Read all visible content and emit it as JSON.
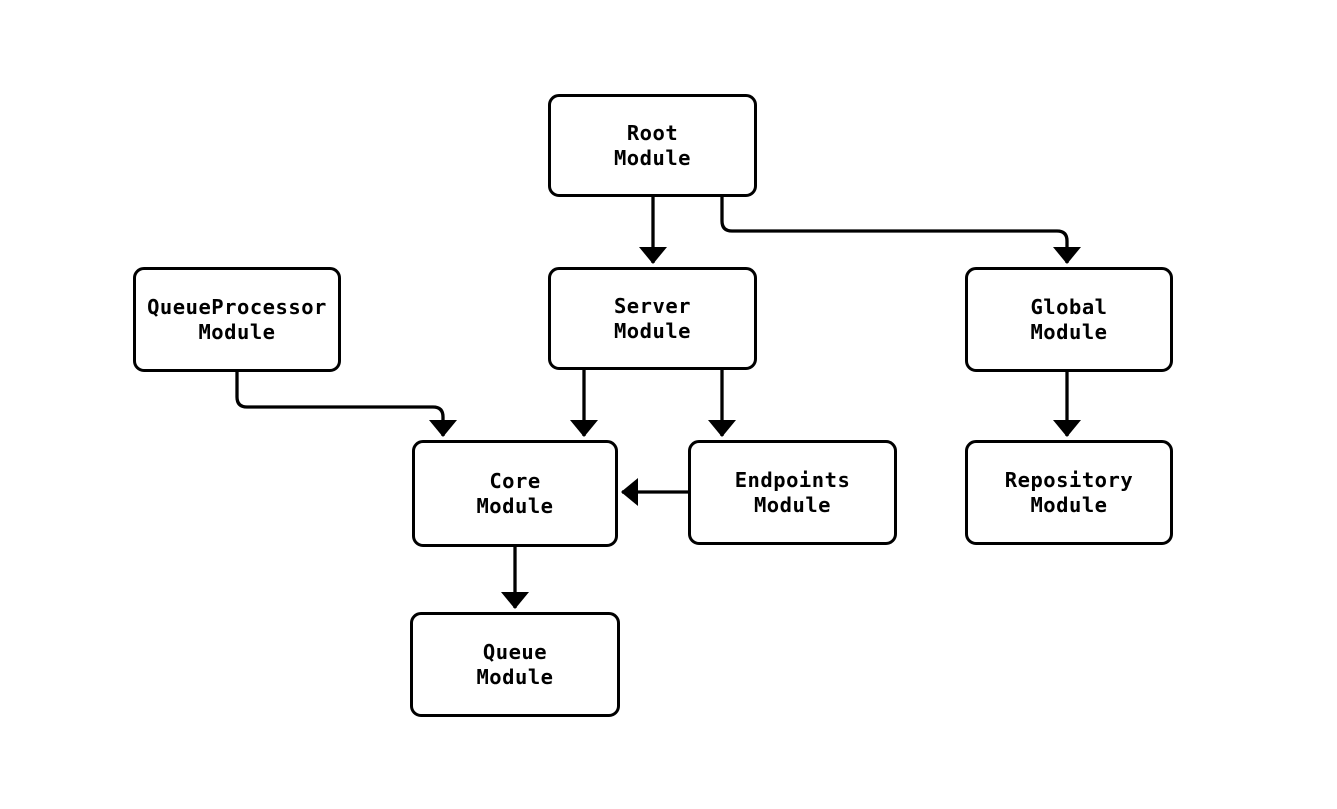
{
  "diagram": {
    "type": "module-dependency-flowchart",
    "colors": {
      "background": "#ffffff",
      "node_fill": "#ffffff",
      "node_border": "#000000",
      "edge_stroke": "#000000",
      "text": "#000000"
    },
    "nodes": [
      {
        "id": "root",
        "line1": "Root",
        "line2": "Module"
      },
      {
        "id": "queueprocessor",
        "line1": "QueueProcessor",
        "line2": "Module"
      },
      {
        "id": "server",
        "line1": "Server",
        "line2": "Module"
      },
      {
        "id": "global",
        "line1": "Global",
        "line2": "Module"
      },
      {
        "id": "core",
        "line1": "Core",
        "line2": "Module"
      },
      {
        "id": "endpoints",
        "line1": "Endpoints",
        "line2": "Module"
      },
      {
        "id": "repository",
        "line1": "Repository",
        "line2": "Module"
      },
      {
        "id": "queue",
        "line1": "Queue",
        "line2": "Module"
      }
    ],
    "edges": [
      {
        "from": "Root Module",
        "to": "Server Module"
      },
      {
        "from": "Root Module",
        "to": "Global Module"
      },
      {
        "from": "QueueProcessor Module",
        "to": "Core Module"
      },
      {
        "from": "Server Module",
        "to": "Core Module"
      },
      {
        "from": "Server Module",
        "to": "Endpoints Module"
      },
      {
        "from": "Endpoints Module",
        "to": "Core Module"
      },
      {
        "from": "Global Module",
        "to": "Repository Module"
      },
      {
        "from": "Core Module",
        "to": "Queue Module"
      }
    ]
  }
}
